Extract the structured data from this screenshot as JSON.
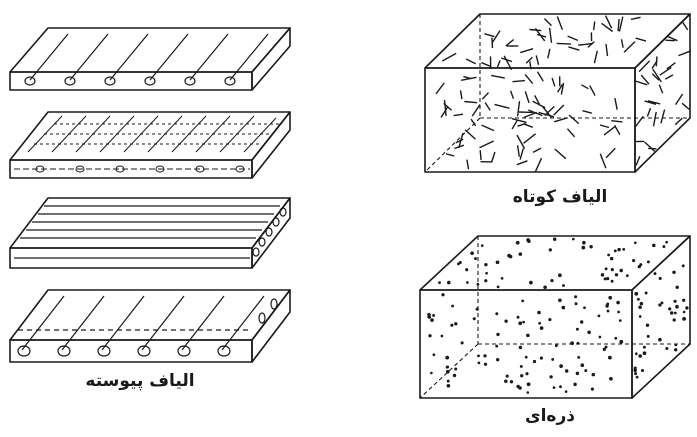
{
  "captions": {
    "continuous_fibers": "الیاف پیوسته",
    "short_fibers": "الیاف کوتاه",
    "particulate": "ذره‌ای"
  },
  "colors": {
    "ink": "#1a1a1a",
    "background": "#ffffff"
  }
}
